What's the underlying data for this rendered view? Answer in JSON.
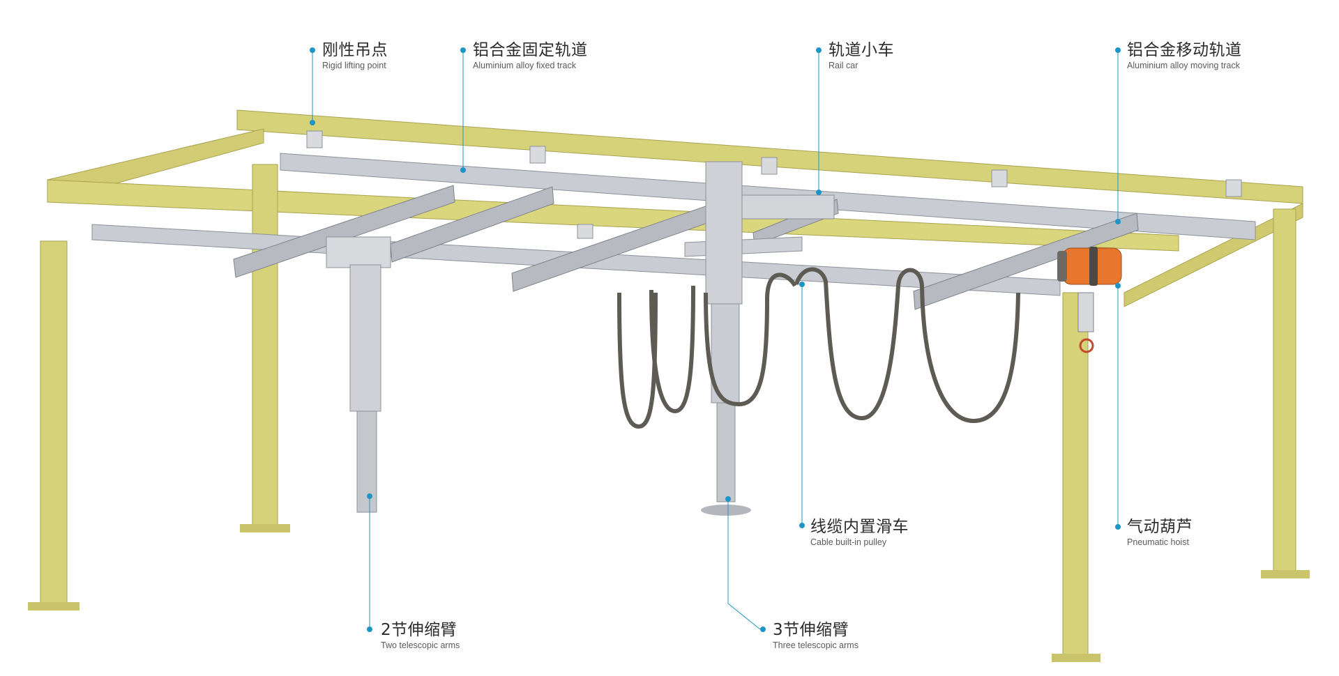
{
  "colors": {
    "beam": "#d6d27a",
    "beam_shadow": "#b3ad55",
    "rail": "#c9ccd2",
    "rail_dark": "#8c9099",
    "leader": "#1f95c7",
    "hoist": "#e8762c"
  },
  "labels": {
    "rigid_lifting_point": {
      "cn": "刚性吊点",
      "en": "Rigid lifting point"
    },
    "fixed_track": {
      "cn": "铝合金固定轨道",
      "en": "Aluminium alloy fixed track"
    },
    "rail_car": {
      "cn": "轨道小车",
      "en": "Rail car"
    },
    "moving_track": {
      "cn": "铝合金移动轨道",
      "en": "Aluminium alloy moving track"
    },
    "cable_pulley": {
      "cn": "线缆内置滑车",
      "en": "Cable built-in pulley"
    },
    "pneumatic_hoist": {
      "cn": "气动葫芦",
      "en": "Pneumatic hoist"
    },
    "two_arms": {
      "cn": "2节伸缩臂",
      "en": "Two telescopic arms"
    },
    "three_arms": {
      "cn": "3节伸缩臂",
      "en": "Three telescopic arms"
    }
  }
}
